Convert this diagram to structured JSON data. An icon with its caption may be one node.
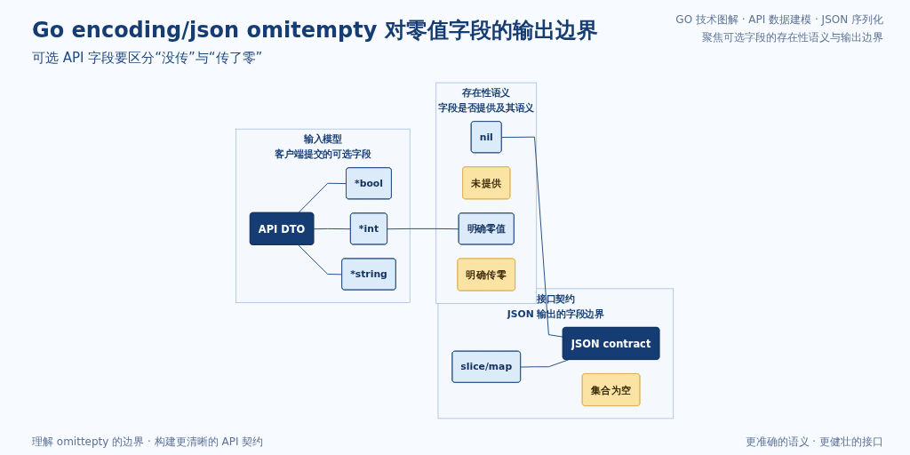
{
  "diagram": {
    "title": "Go encoding/json omitempty 对零值字段的输出边界",
    "nodes": [
      {
        "text": [
          "输入模型",
          "客户端提交的可选字段"
        ]
      },
      {
        "text": [
          "API DTO"
        ],
        "in": 0
      },
      {
        "text": [
          "*bool"
        ],
        "in": 0
      },
      {
        "text": [
          "*int"
        ],
        "in": 0
      },
      {
        "text": [
          "*string"
        ],
        "in": 0
      },
      {
        "text": [
          "存在性语义",
          "字段是否提供及其语义"
        ]
      },
      {
        "text": [
          "nil"
        ],
        "in": 5
      },
      {
        "text": [
          "未提供"
        ],
        "in": 5
      },
      {
        "text": [
          "明确零值"
        ],
        "in": 5
      },
      {
        "text": [
          "明确传零"
        ],
        "in": 5
      },
      {
        "text": [
          "接口契约",
          "JSON 输出的字段边界"
        ]
      },
      {
        "text": [
          "JSON contract"
        ],
        "in": 10
      },
      {
        "text": [
          "slice/map"
        ],
        "in": 10
      },
      {
        "text": [
          "集合为空"
        ],
        "in": 10
      }
    ],
    "edges": [
      {
        "from": 1,
        "to": 2,
        "arrow": "none"
      },
      {
        "from": 1,
        "to": 3,
        "arrow": "none"
      },
      {
        "from": 1,
        "to": 4,
        "arrow": "none"
      },
      {
        "from": 3,
        "to": 8,
        "arrow": "none"
      },
      {
        "from": 6,
        "to": 11,
        "arrow": "none"
      },
      {
        "from": 12,
        "to": 11,
        "arrow": "none"
      }
    ],
    "labels": [
      "可选 API 字段要区分“没传”与“传了零”",
      "GO 技术图解 · API 数据建模 · JSON 序列化",
      "聚焦可选字段的存在性语义与输出边界",
      "理解 omittepty 的边界 · 构建更清晰的 API 契约",
      "更准确的语义 · 更健壮的接口"
    ]
  }
}
